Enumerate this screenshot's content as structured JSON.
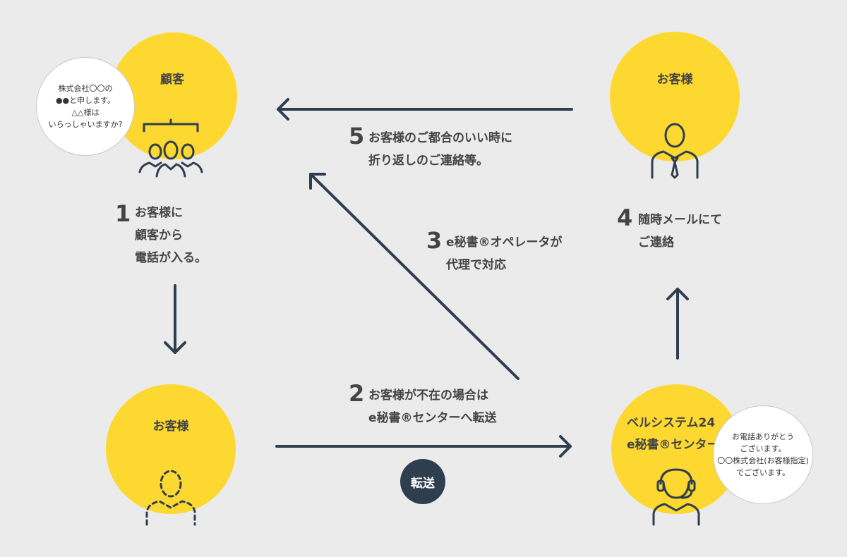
{
  "nodes": {
    "customer_top_left": {
      "title": "顧客"
    },
    "client_top_right": {
      "title": "お客様"
    },
    "client_bottom_left": {
      "title": "お客様"
    },
    "center_bottom_right": {
      "title_line1": "ベルシステム24",
      "title_line2": "e秘書®センター"
    }
  },
  "bubbles": {
    "caller": {
      "line1": "株式会社〇〇の",
      "line2": "●●と申します。",
      "line3": "△△様は",
      "line4": "いらっしゃいますか?"
    },
    "operator": {
      "line1": "お電話ありがとう",
      "line2": "ございます。",
      "line3": "〇〇株式会社(お客様指定)",
      "line4": "でございます。"
    }
  },
  "steps": [
    {
      "number": "1",
      "line1": "お客様に",
      "line2": "顧客から",
      "line3": "電話が入る。"
    },
    {
      "number": "2",
      "line1": "お客様が不在の場合は",
      "line2": "e秘書®センターへ転送"
    },
    {
      "number": "3",
      "line1": "e秘書®オペレータが",
      "line2": "代理で対応"
    },
    {
      "number": "4",
      "line1": "随時メールにて",
      "line2": "ご連絡"
    },
    {
      "number": "5",
      "line1": "お客様のご都合のいい時に",
      "line2": "折り返しのご連絡等。"
    }
  ],
  "badge": {
    "label": "転送"
  },
  "colors": {
    "yellow": "#fdd830",
    "navy": "#2f3e4e",
    "background": "#ebebeb",
    "text": "#444444"
  }
}
